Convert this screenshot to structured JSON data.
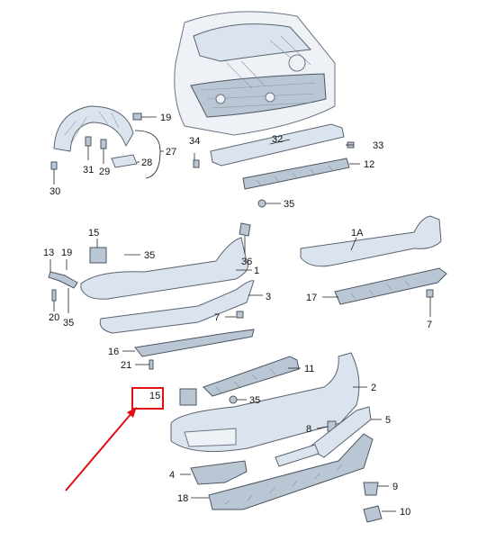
{
  "labels": {
    "l19": "19",
    "l27": "27",
    "l34": "34",
    "l32": "32",
    "l33": "33",
    "l31": "31",
    "l29": "29",
    "l28": "28",
    "l30": "30",
    "l12": "12",
    "l35a": "35",
    "l15a": "15",
    "l13": "13",
    "l19b": "19",
    "l35b": "35",
    "l36": "36",
    "l1": "1",
    "l1A": "1A",
    "l3": "3",
    "l17": "17",
    "l20": "20",
    "l35c": "35",
    "l7a": "7",
    "l7b": "7",
    "l16": "16",
    "l21": "21",
    "l11": "11",
    "l15b": "15",
    "l35d": "35",
    "l2": "2",
    "l8": "8",
    "l5": "5",
    "l4": "4",
    "l9": "9",
    "l18": "18",
    "l10": "10"
  },
  "highlight": {
    "color": "#e01010",
    "target_label": "15"
  }
}
